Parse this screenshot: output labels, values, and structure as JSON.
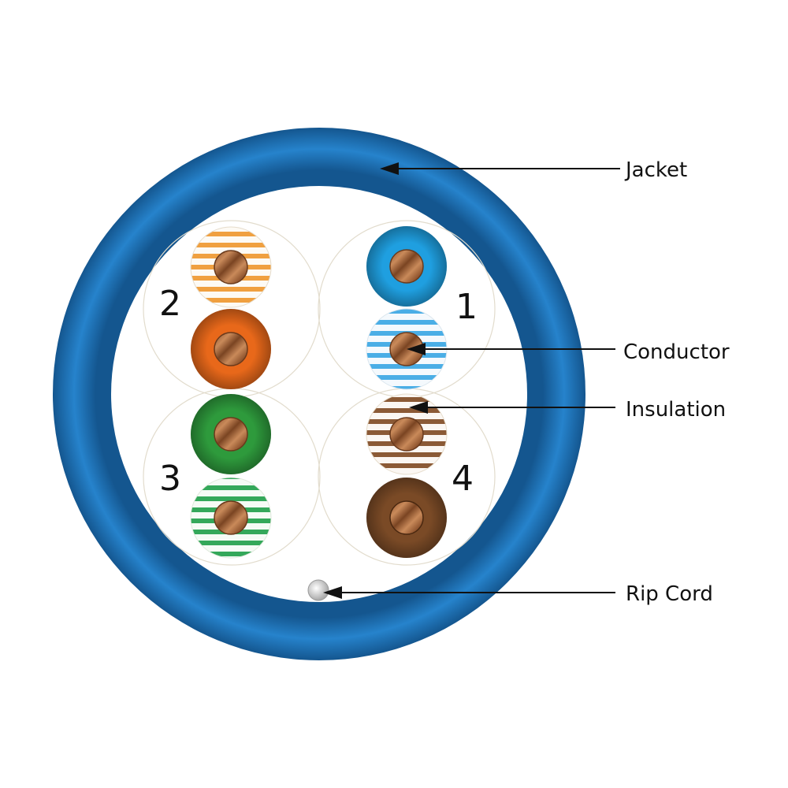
{
  "callouts": {
    "jacket": "Jacket",
    "conductor": "Conductor",
    "insulation": "Insulation",
    "rip_cord": "Rip Cord"
  },
  "pairs": [
    {
      "number": "1",
      "solid_color": "#1f9fe0",
      "stripe_color": "#4aaee6"
    },
    {
      "number": "2",
      "solid_color": "#e8681a",
      "stripe_color": "#f0a040"
    },
    {
      "number": "3",
      "solid_color": "#2e9a3c",
      "stripe_color": "#34a85a"
    },
    {
      "number": "4",
      "solid_color": "#7a4a26",
      "stripe_color": "#8b5a36"
    }
  ],
  "colors": {
    "jacket": "#1e73b8",
    "conductor": "#b5784a",
    "rip_cord": "#d9d9d9"
  }
}
